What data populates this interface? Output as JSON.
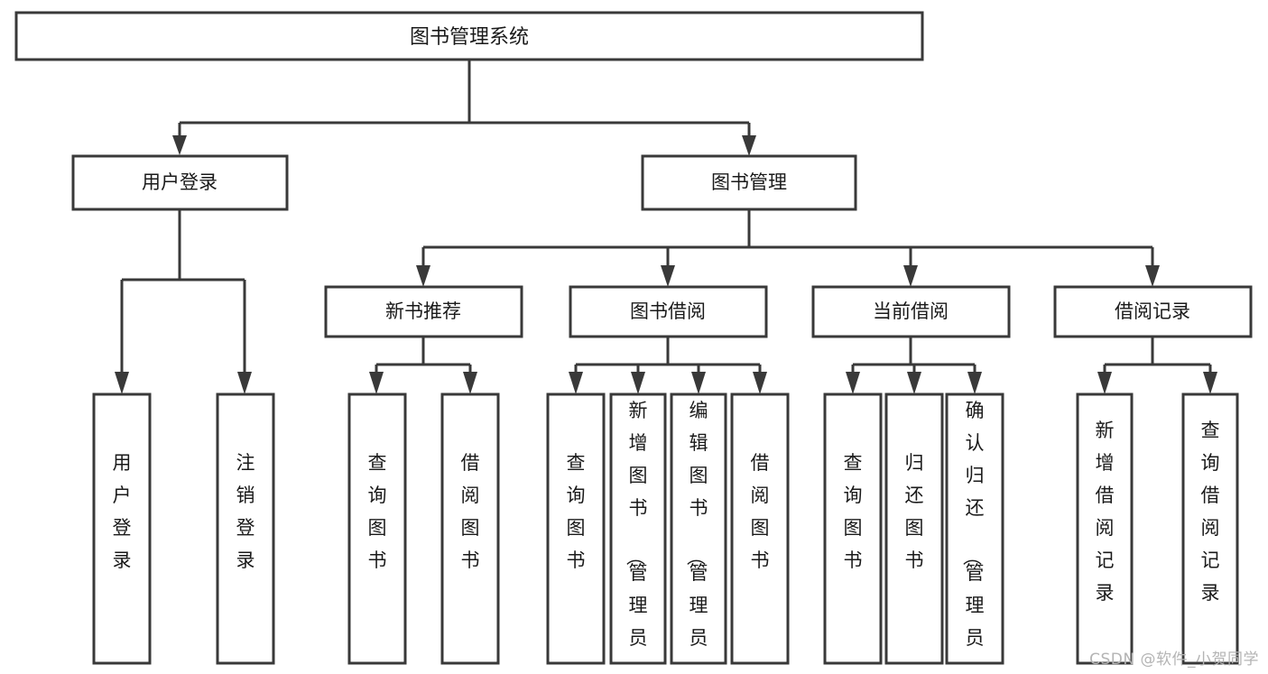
{
  "diagram": {
    "title": "图书管理系统",
    "type": "tree-hierarchy",
    "root": {
      "label": "图书管理系统"
    },
    "level1": [
      {
        "label": "用户登录"
      },
      {
        "label": "图书管理"
      }
    ],
    "level2": [
      {
        "label": "新书推荐",
        "parent": "图书管理"
      },
      {
        "label": "图书借阅",
        "parent": "图书管理"
      },
      {
        "label": "当前借阅",
        "parent": "图书管理"
      },
      {
        "label": "借阅记录",
        "parent": "图书管理"
      }
    ],
    "leaves": {
      "用户登录": [
        {
          "label": "用户登录"
        },
        {
          "label": "注销登录"
        }
      ],
      "新书推荐": [
        {
          "label": "查询图书"
        },
        {
          "label": "借阅图书"
        }
      ],
      "图书借阅": [
        {
          "label": "查询图书"
        },
        {
          "label": "新增图书（管理员）"
        },
        {
          "label": "编辑图书（管理员）"
        },
        {
          "label": "借阅图书"
        }
      ],
      "当前借阅": [
        {
          "label": "查询图书"
        },
        {
          "label": "归还图书"
        },
        {
          "label": "确认归还（管理员）"
        }
      ],
      "借阅记录": [
        {
          "label": "新增借阅记录"
        },
        {
          "label": "查询借阅记录"
        }
      ]
    }
  },
  "watermark": {
    "text": "CSDN @软件_小贺同学"
  },
  "colors": {
    "stroke": "#393939",
    "fill": "#ffffff",
    "text": "#1a1a1a",
    "watermark": "#b4b4b4"
  }
}
